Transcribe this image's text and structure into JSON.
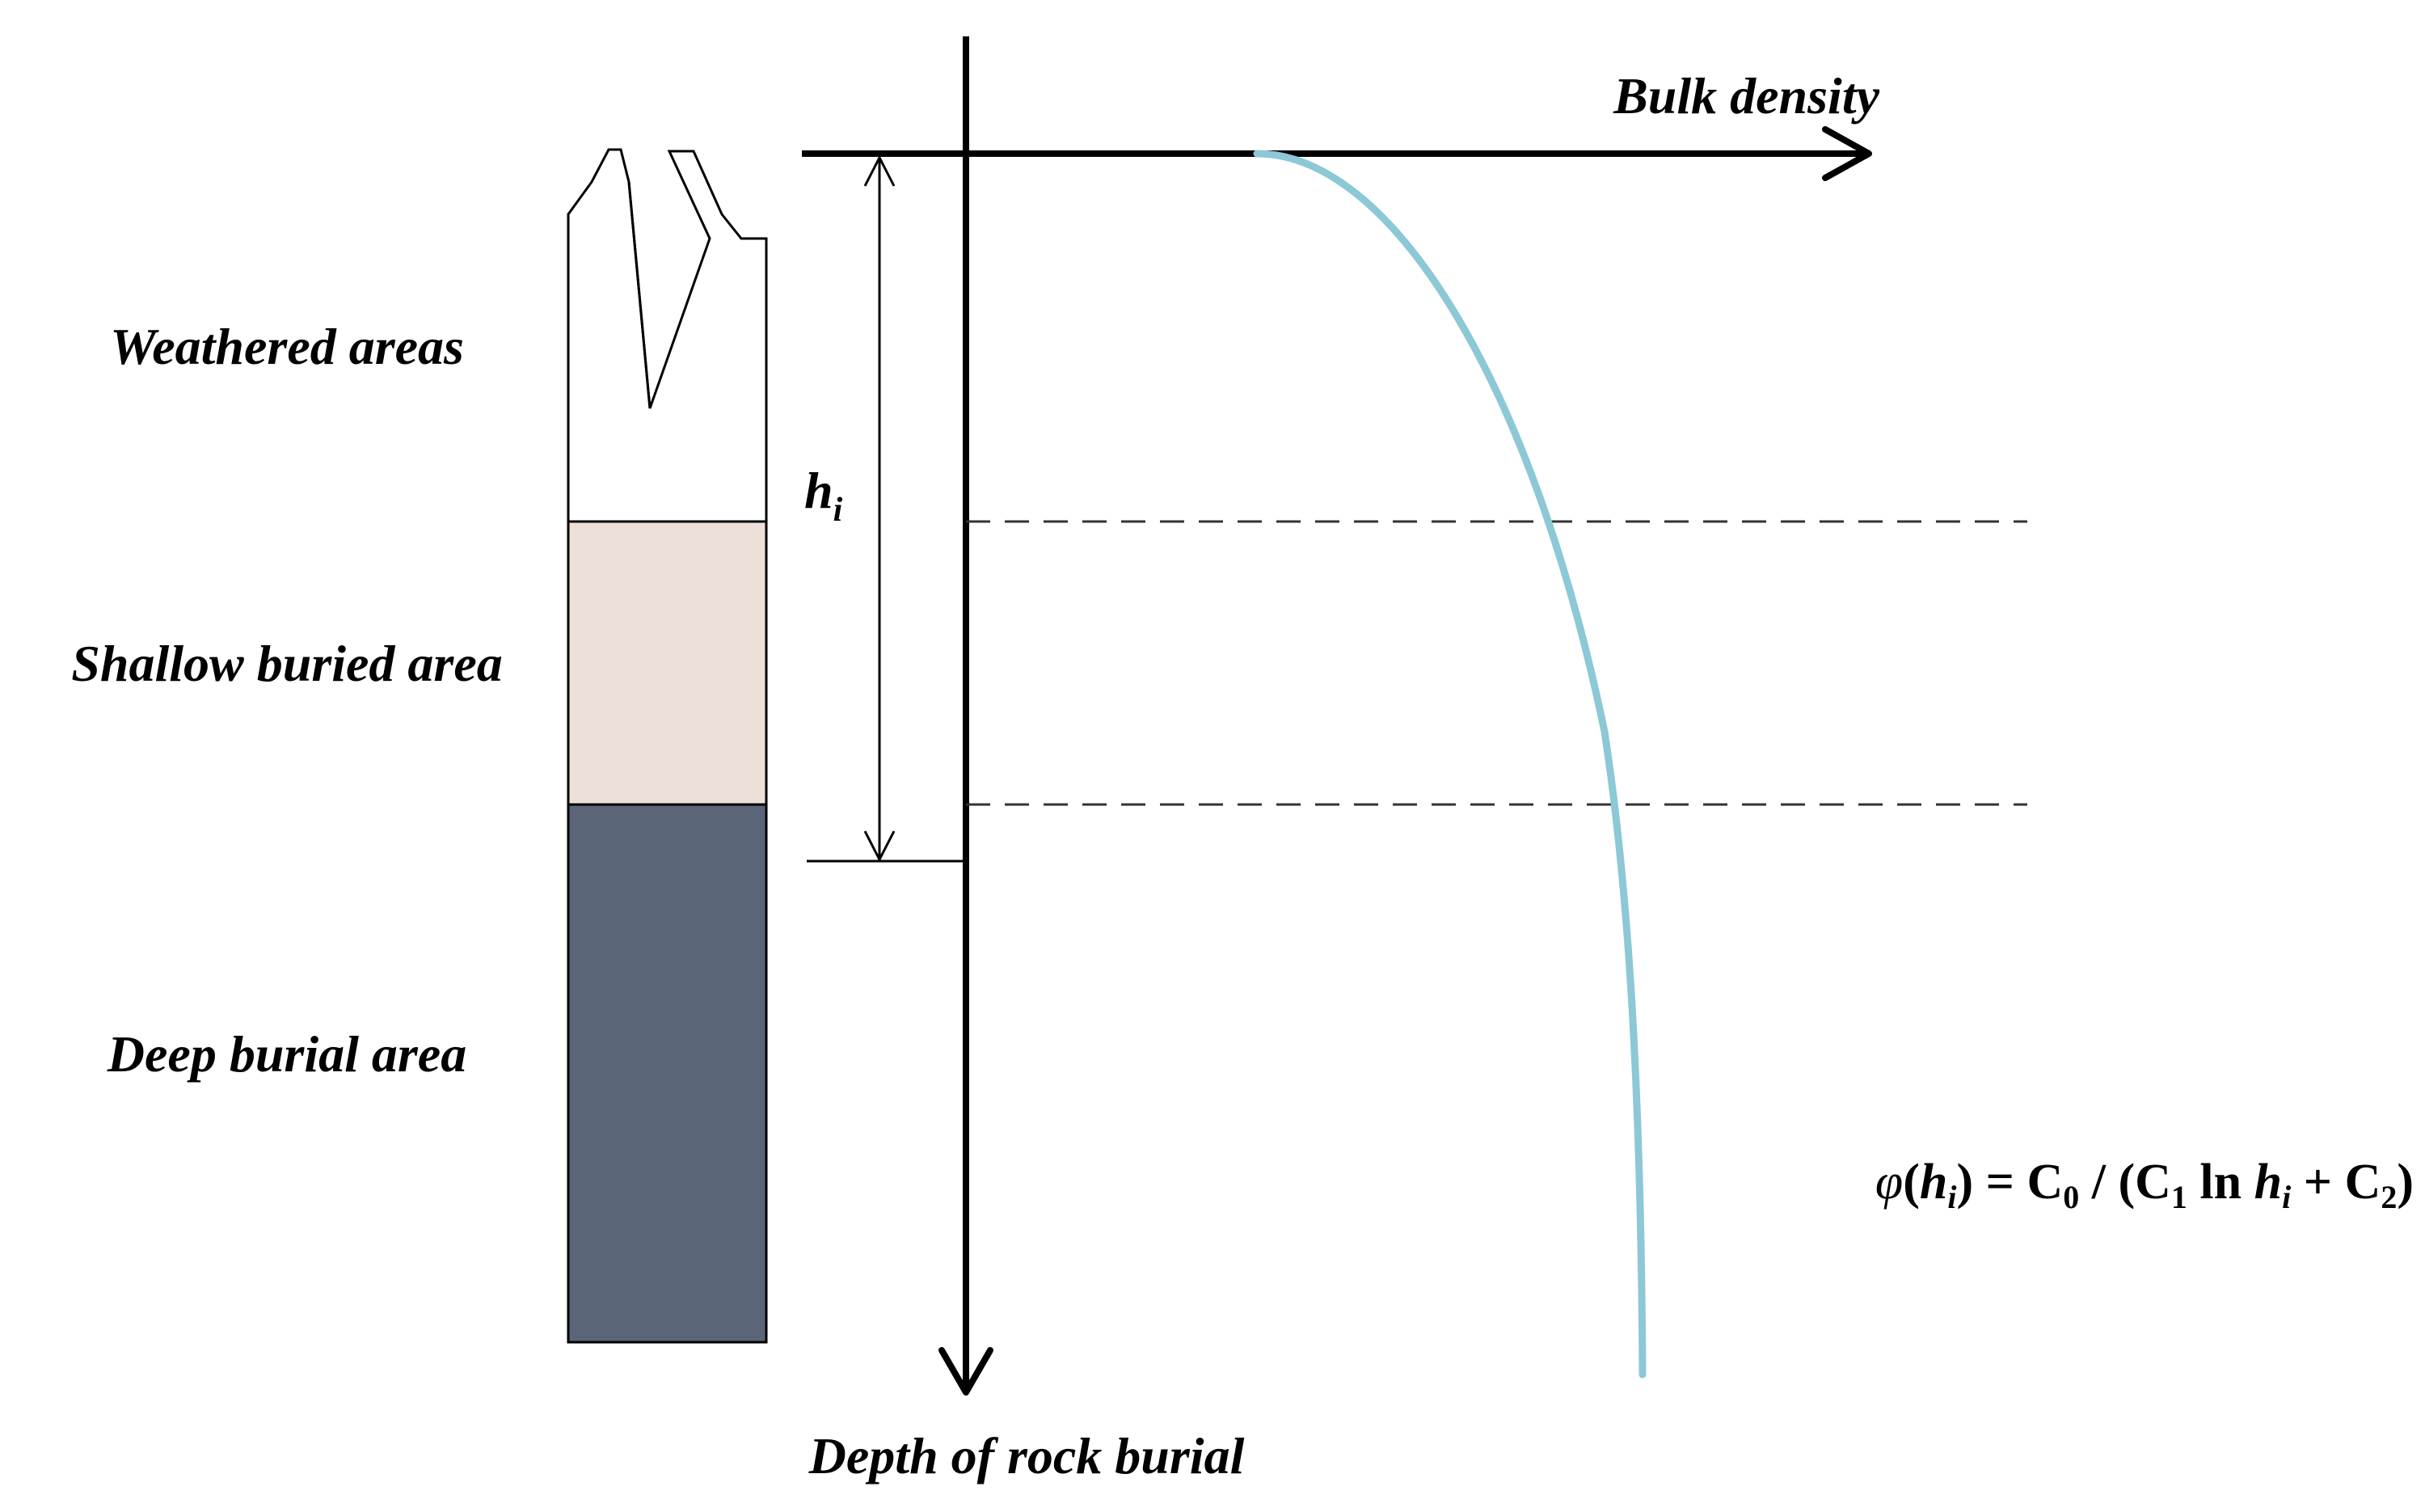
{
  "layers": [
    {
      "label": "Weathered areas",
      "fill": "#ffffff"
    },
    {
      "label": "Shallow buried area",
      "fill": "#ede0d8"
    },
    {
      "label": "Deep burial area",
      "fill": "#5a6678"
    }
  ],
  "axes": {
    "x_label": "Bulk density",
    "y_label": "Depth of rock burial"
  },
  "depth_marker": {
    "symbol": "h",
    "subscript": "i"
  },
  "formula": {
    "phi": "φ",
    "open_paren": "(",
    "h": "h",
    "i": "i",
    "equals_c0": ") = C",
    "c0_sub": "0",
    "div_c1": " / (C",
    "c1_sub": "1",
    "ln": " ln ",
    "h2": "h",
    "i2": "i",
    "plus_c2": " + C",
    "c2_sub": "2",
    "close": ")"
  },
  "colors": {
    "curve": "#8cc8d6",
    "lines": "#000000"
  }
}
